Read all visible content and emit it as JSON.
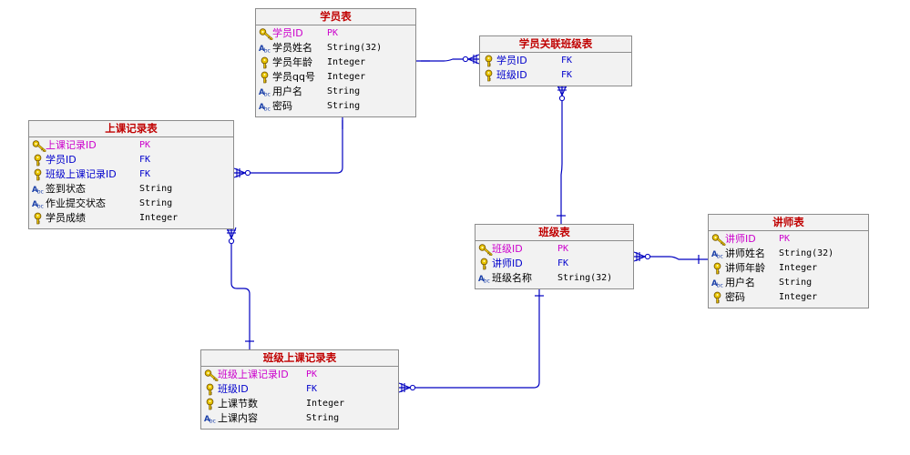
{
  "colors": {
    "line": "#0000c0",
    "title": "#c00000",
    "pk": "#cc00cc",
    "fk": "#0000cc",
    "key_gold": "#e8c400",
    "key_border": "#7a5a00",
    "text_icon": "#1a3fa8"
  },
  "entities": [
    {
      "id": "student",
      "title": "学员表",
      "rows": [
        {
          "icon": "primary-key-icon",
          "name": "学员ID",
          "type": "PK",
          "kind": "pk"
        },
        {
          "icon": "text-field-icon",
          "name": "学员姓名",
          "type": "String(32)",
          "kind": "plain"
        },
        {
          "icon": "key-field-icon",
          "name": "学员年龄",
          "type": "Integer",
          "kind": "plain"
        },
        {
          "icon": "key-field-icon",
          "name": "学员qq号",
          "type": "Integer",
          "kind": "plain"
        },
        {
          "icon": "text-field-icon",
          "name": "用户名",
          "type": "String",
          "kind": "plain"
        },
        {
          "icon": "text-field-icon",
          "name": "密码",
          "type": "String",
          "kind": "plain"
        }
      ]
    },
    {
      "id": "student-class",
      "title": "学员关联班级表",
      "rows": [
        {
          "icon": "key-field-icon",
          "name": "学员ID",
          "type": "FK",
          "kind": "fk"
        },
        {
          "icon": "key-field-icon",
          "name": "班级ID",
          "type": "FK",
          "kind": "fk"
        }
      ]
    },
    {
      "id": "attendance",
      "title": "上课记录表",
      "rows": [
        {
          "icon": "primary-key-icon",
          "name": "上课记录ID",
          "type": "PK",
          "kind": "pk"
        },
        {
          "icon": "key-field-icon",
          "name": "学员ID",
          "type": "FK",
          "kind": "fk"
        },
        {
          "icon": "key-field-icon",
          "name": "班级上课记录ID",
          "type": "FK",
          "kind": "fk"
        },
        {
          "icon": "text-field-icon",
          "name": "签到状态",
          "type": "String",
          "kind": "plain"
        },
        {
          "icon": "text-field-icon",
          "name": "作业提交状态",
          "type": "String",
          "kind": "plain"
        },
        {
          "icon": "key-field-icon",
          "name": "学员成绩",
          "type": "Integer",
          "kind": "plain"
        }
      ]
    },
    {
      "id": "class",
      "title": "班级表",
      "rows": [
        {
          "icon": "primary-key-icon",
          "name": "班级ID",
          "type": "PK",
          "kind": "pk"
        },
        {
          "icon": "key-field-icon",
          "name": "讲师ID",
          "type": "FK",
          "kind": "fk"
        },
        {
          "icon": "text-field-icon",
          "name": "班级名称",
          "type": "String(32)",
          "kind": "plain"
        }
      ]
    },
    {
      "id": "teacher",
      "title": "讲师表",
      "rows": [
        {
          "icon": "primary-key-icon",
          "name": "讲师ID",
          "type": "PK",
          "kind": "pk"
        },
        {
          "icon": "text-field-icon",
          "name": "讲师姓名",
          "type": "String(32)",
          "kind": "plain"
        },
        {
          "icon": "key-field-icon",
          "name": "讲师年龄",
          "type": "Integer",
          "kind": "plain"
        },
        {
          "icon": "text-field-icon",
          "name": "用户名",
          "type": "String",
          "kind": "plain"
        },
        {
          "icon": "key-field-icon",
          "name": "密码",
          "type": "Integer",
          "kind": "plain"
        }
      ]
    },
    {
      "id": "class-session",
      "title": "班级上课记录表",
      "rows": [
        {
          "icon": "primary-key-icon",
          "name": "班级上课记录ID",
          "type": "PK",
          "kind": "pk"
        },
        {
          "icon": "key-field-icon",
          "name": "班级ID",
          "type": "FK",
          "kind": "fk"
        },
        {
          "icon": "key-field-icon",
          "name": "上课节数",
          "type": "Integer",
          "kind": "plain"
        },
        {
          "icon": "text-field-icon",
          "name": "上课内容",
          "type": "String",
          "kind": "plain"
        }
      ]
    }
  ],
  "relationships": [
    {
      "from": "student",
      "to": "student-class"
    },
    {
      "from": "student",
      "to": "attendance"
    },
    {
      "from": "student-class",
      "to": "class"
    },
    {
      "from": "attendance",
      "to": "class-session"
    },
    {
      "from": "class",
      "to": "teacher"
    },
    {
      "from": "class",
      "to": "class-session"
    }
  ]
}
